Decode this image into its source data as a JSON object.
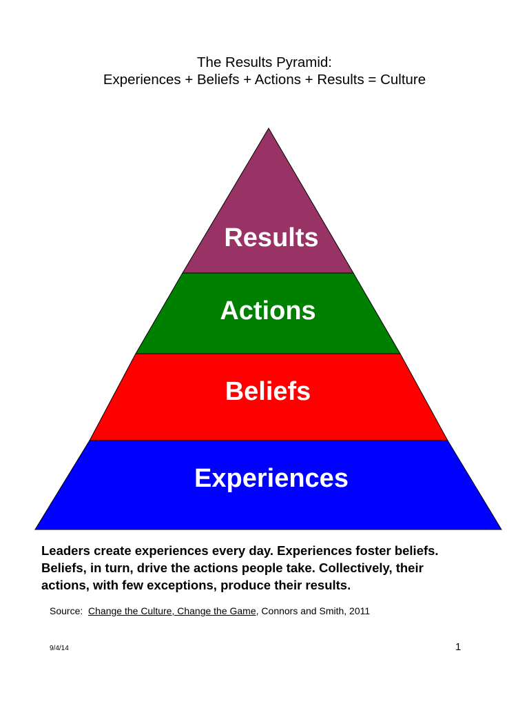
{
  "title": {
    "line1": "The Results Pyramid:",
    "line2": "Experiences + Beliefs + Actions + Results = Culture"
  },
  "pyramid": {
    "layers": [
      {
        "label": "Results",
        "color": "#993366"
      },
      {
        "label": "Actions",
        "color": "#008000"
      },
      {
        "label": "Beliefs",
        "color": "#ff0000"
      },
      {
        "label": "Experiences",
        "color": "#0000ff"
      }
    ]
  },
  "caption": {
    "line1": "Leaders create experiences every day.  Experiences foster beliefs.",
    "line2": "Beliefs, in turn, drive the actions people take.  Collectively, their",
    "line3": "actions, with few exceptions, produce their results."
  },
  "source": {
    "prefix": "Source:  ",
    "book": "Change the Culture, Change the Game",
    "suffix": ", Connors and Smith, 2011"
  },
  "footer": {
    "date": "9/4/14",
    "page": "1"
  }
}
